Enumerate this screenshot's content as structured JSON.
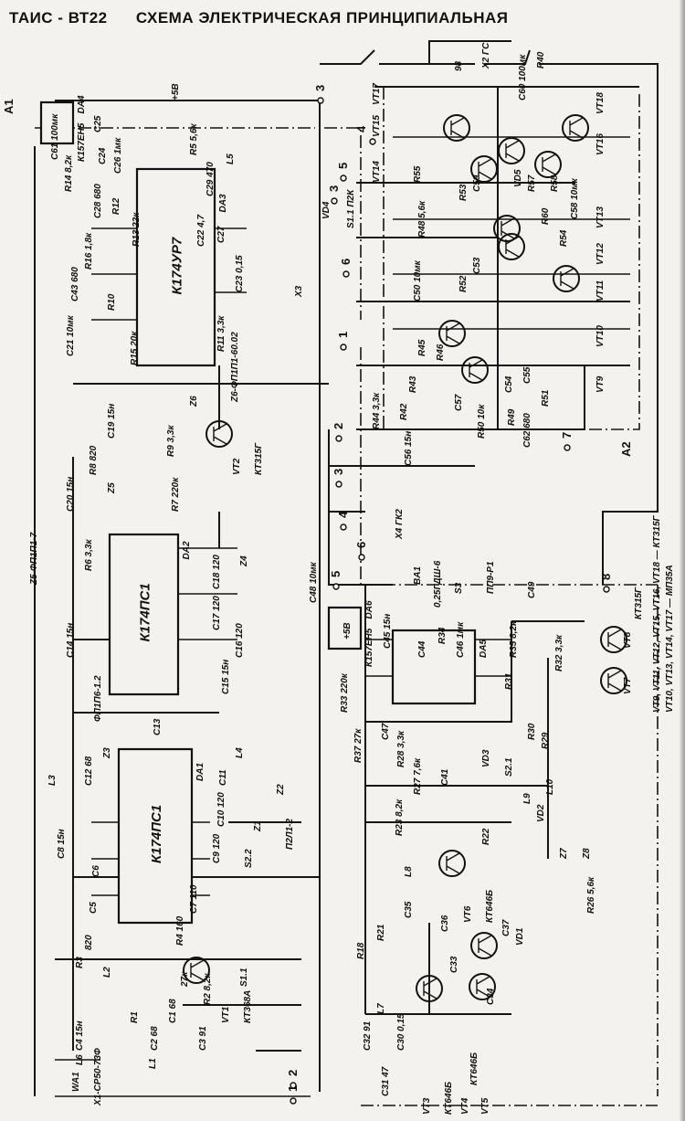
{
  "title": {
    "model": "ТАИС - ВТ22",
    "caption": "СХЕМА ЭЛЕКТРИЧЕСКАЯ ПРИНЦИПИАЛЬНАЯ"
  },
  "blocks": [
    "A1",
    "A2"
  ],
  "ics": [
    {
      "ref": "DA3",
      "type": "К174УР7"
    },
    {
      "ref": "DA2",
      "type": "К174ПС1"
    },
    {
      "ref": "DA1",
      "type": "К174ПС1"
    },
    {
      "ref": "DA4",
      "type": "К157ЕН5"
    },
    {
      "ref": "DA6",
      "type": "К157ЕН5"
    },
    {
      "ref": "DA5",
      "type": ""
    }
  ],
  "transistors": [
    {
      "ref": "VT1",
      "type": "КТ368А"
    },
    {
      "ref": "VT2",
      "type": "КТ315Г"
    },
    {
      "ref": "VT3",
      "type": "КТ646Б"
    },
    {
      "ref": "VT4",
      "type": ""
    },
    {
      "ref": "VT5",
      "type": "КТ646Б"
    },
    {
      "ref": "VT6",
      "type": "КТ646Б"
    },
    {
      "ref": "VT7",
      "type": ""
    },
    {
      "ref": "VT8",
      "type": "КТ315Г"
    },
    {
      "ref": "VT9",
      "type": ""
    },
    {
      "ref": "VT10",
      "type": ""
    },
    {
      "ref": "VT11",
      "type": ""
    },
    {
      "ref": "VT12",
      "type": ""
    },
    {
      "ref": "VT13",
      "type": ""
    },
    {
      "ref": "VT14",
      "type": ""
    },
    {
      "ref": "VT15",
      "type": ""
    },
    {
      "ref": "VT16",
      "type": ""
    },
    {
      "ref": "VT17",
      "type": ""
    },
    {
      "ref": "VT18",
      "type": ""
    }
  ],
  "labels": [
    "C4 15н",
    "R3",
    "820",
    "C5",
    "C6",
    "L2",
    "R1",
    "C2 68",
    "L1",
    "C1 68",
    "R4 160",
    "R2 8,2к",
    "27к",
    "C3 91",
    "S1.1",
    "X1-СР50-73Ф",
    "WA1",
    "L3",
    "C8 15н",
    "C12 68",
    "C7 110",
    "C9 120",
    "C10 120",
    "C11",
    "L4",
    "Z1",
    "Z2",
    "S2.2",
    "П2Л1-2",
    "C13",
    "Z3",
    "ФП1П6-1.2",
    "C14 15н",
    "C15 15н",
    "C16 120",
    "C17 120",
    "C18 120",
    "Z4",
    "R6 3,3к",
    "Z5",
    "Z5-ФП1П1-7",
    "C20 15н",
    "R8 820",
    "R9 3,3к",
    "R7 220к",
    "C19 15н",
    "Z6",
    "Z6-ФП1П1-60.02",
    "C21 10мк",
    "C43 680",
    "R16 1,8к",
    "R10",
    "R15 20к",
    "R11 3,3к",
    "C23 0,15",
    "C22 4,7",
    "C24",
    "R12",
    "R13 22к",
    "C28 680",
    "R14 8,2к",
    "C25",
    "C26 1мк",
    "C27",
    "C29 470",
    "L5",
    "R5 5,6к",
    "+5В",
    "C61 100мк",
    "VD4",
    "S1.1 П2К",
    "X3",
    "98",
    "X2 ГС",
    "R40",
    "R44 3,3к",
    "C56 15н",
    "R50 10к",
    "C62 680",
    "R42",
    "R43",
    "R45",
    "R46",
    "C57",
    "C54",
    "C55",
    "R49",
    "R51",
    "C50 10мк",
    "R48 5,6к",
    "R52",
    "C53",
    "R53",
    "R55",
    "C59",
    "VD5",
    "R57",
    "R58",
    "R60",
    "C58 10мк",
    "R54",
    "C60 100мк",
    "X4 ГК2",
    "BA1",
    "0,25ГДШ-6",
    "S3",
    "ПП9-Р1",
    "C49",
    "C48 10мк",
    "+5В",
    "C45 15н",
    "R33 220к",
    "R37 27к",
    "C47",
    "C44",
    "R34",
    "C46 1мк",
    "R35 8,2к",
    "R32 3,3к",
    "R31",
    "R30",
    "R29",
    "L10",
    "VD2",
    "R28 3,3к",
    "R27 7,6к",
    "C41",
    "VD3",
    "S2.1",
    "R23 8,2к",
    "R22",
    "L9",
    "Z7",
    "Z8",
    "R26 5,6к",
    "L8",
    "R21",
    "C35",
    "C36",
    "C37",
    "VD1",
    "C33",
    "C34",
    "R18",
    "L7",
    "C30 0,15",
    "C31 47",
    "C32 91",
    "L6",
    "VT9, VT11, VT12, VT15, VT16, VT18 — КТ315Г",
    "VT10, VT13, VT14, VT17 — МП35А"
  ],
  "pins": [
    "1",
    "2",
    "3",
    "3",
    "4",
    "5",
    "6",
    "1",
    "2",
    "3",
    "4",
    "5",
    "6",
    "7",
    "8"
  ]
}
